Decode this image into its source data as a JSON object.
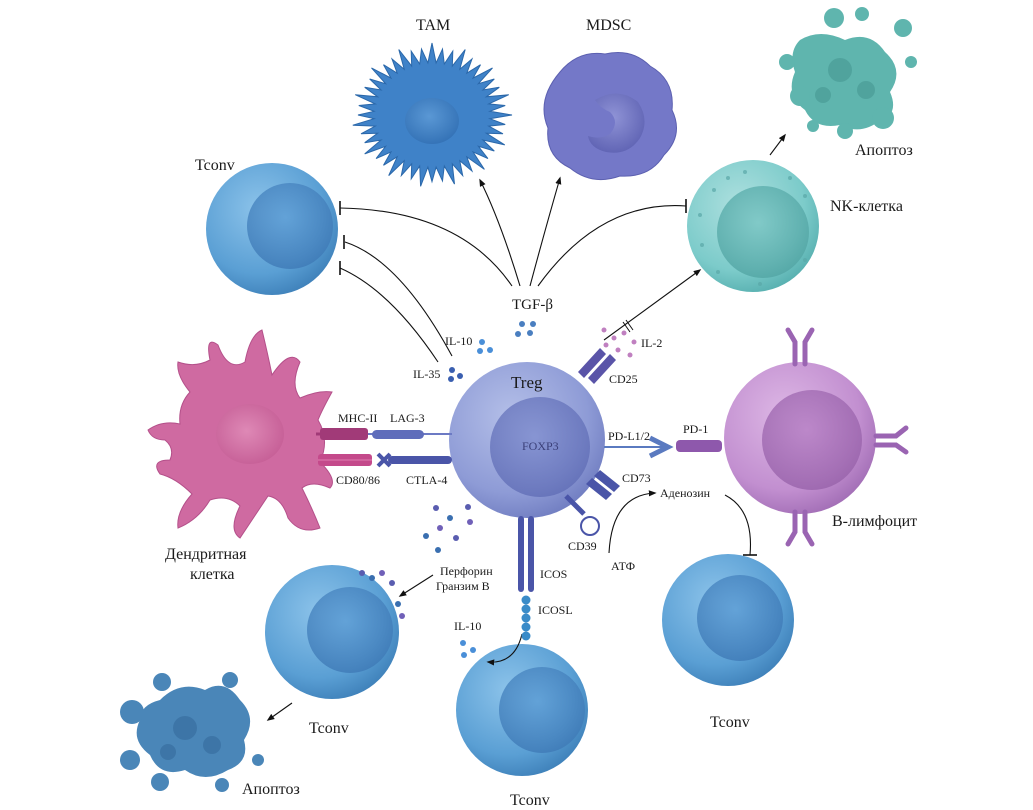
{
  "cells": {
    "tam": "TAM",
    "mdsc": "MDSC",
    "tconv_top": "Tconv",
    "nk_cell": "NK-клетка",
    "nk_apoptosis": "Апоптоз",
    "treg": "Treg",
    "foxp3": "FOXP3",
    "dendritic_line1": "Дендритная",
    "dendritic_line2": "клетка",
    "b_cell": "B-лимфоцит",
    "tconv_left": "Tconv",
    "tconv_bottom": "Tconv",
    "tconv_right": "Tconv",
    "left_apoptosis": "Апоптоз"
  },
  "molecules": {
    "tgf_beta": "TGF-β",
    "il10_top": "IL-10",
    "il35": "IL-35",
    "il2": "IL-2",
    "cd25": "CD25",
    "mhc2": "MHC-II",
    "lag3": "LAG-3",
    "cd80_86": "CD80/86",
    "ctla4": "CTLA-4",
    "pdl1_2": "PD-L1/2",
    "pd1": "PD-1",
    "cd73": "CD73",
    "adenosine": "Аденозин",
    "cd39": "CD39",
    "atp": "АТФ",
    "icos": "ICOS",
    "icosl": "ICOSL",
    "il10_bottom": "IL-10",
    "perforin": "Перфорин",
    "granzyme": "Гранзим В"
  },
  "colors": {
    "treg": "#8e9bd6",
    "tconv": "#5a9fd4",
    "tam": "#3a7cc4",
    "mdsc": "#6f73c2",
    "nk": "#7ccbca",
    "dendritic": "#d06ea2",
    "bcell": "#c28fd0",
    "apoptosis_nk": "#5fb5ae",
    "apoptosis_tconv": "#4a86b8"
  }
}
